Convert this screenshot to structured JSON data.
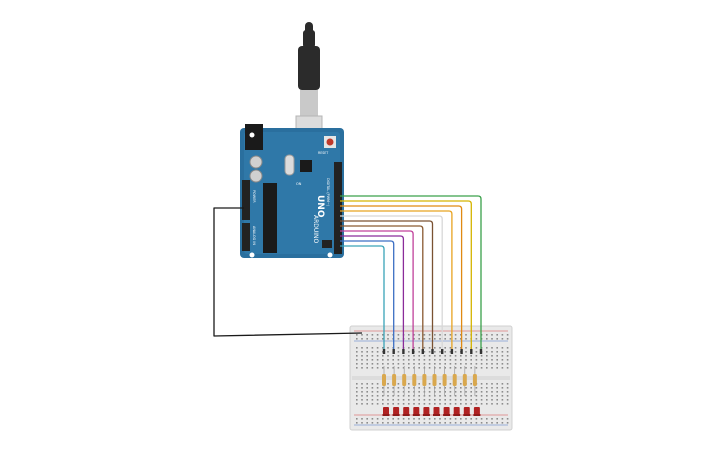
{
  "board": {
    "brand": "ARDUINO",
    "model": "UNO",
    "digital_label": "DIGITAL (PWM~)",
    "power_label": "POWER",
    "analog_label": "ANALOG IN",
    "on_label": "ON",
    "reset_label": "RESET",
    "colors": {
      "board": "#2a6f9e",
      "board_dark": "#1e5579",
      "header": "#222222",
      "chip": "#1a1a1a"
    }
  },
  "usb_cable": {
    "colors": {
      "plug": "#2b2b2b",
      "metal": "#c9c9c9"
    }
  },
  "breadboard": {
    "colors": {
      "body": "#e9e9e9",
      "hole": "#8c8c8c",
      "rail_red": "#d64545",
      "rail_blue": "#4a74c9"
    }
  },
  "circuit": {
    "led_count": 10,
    "led_color": "#b02222",
    "resistor_color": "#d9a84e",
    "ground_wire_color": "#1a1a1a",
    "wires": [
      {
        "pin": "2",
        "color": "#3aa3b8"
      },
      {
        "pin": "3",
        "color": "#3c6fc4"
      },
      {
        "pin": "4",
        "color": "#8a2c9a"
      },
      {
        "pin": "5",
        "color": "#c0409a"
      },
      {
        "pin": "6",
        "color": "#8a5a32"
      },
      {
        "pin": "7",
        "color": "#7a5232"
      },
      {
        "pin": "8",
        "color": "#d8d8d8"
      },
      {
        "pin": "9",
        "color": "#e8a320"
      },
      {
        "pin": "10",
        "color": "#e08a12"
      },
      {
        "pin": "11",
        "color": "#d5b400"
      },
      {
        "pin": "12",
        "color": "#3aa04a"
      }
    ]
  }
}
